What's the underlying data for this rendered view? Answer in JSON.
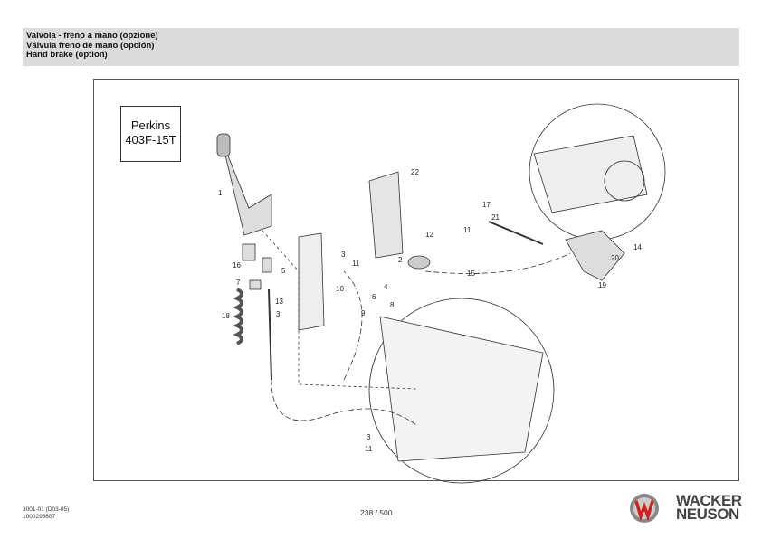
{
  "header": {
    "lines": [
      "Valvola - freno a mano (opzione)",
      "Válvula freno de mano (opción)",
      "Hand brake (option)"
    ]
  },
  "diagram": {
    "engine_label": [
      "Perkins",
      "403F-15T"
    ],
    "callouts": [
      "1",
      "22",
      "17",
      "21",
      "12",
      "11",
      "14",
      "20",
      "2",
      "15",
      "3",
      "11",
      "16",
      "5",
      "7",
      "4",
      "6",
      "8",
      "10",
      "9",
      "13",
      "3",
      "18",
      "19",
      "3",
      "11"
    ]
  },
  "footer": {
    "doc_code": "3001-01 (D03-05)",
    "part_number": "1000298607",
    "page": "238 / 500",
    "brand": [
      "WACKER",
      "NEUSON"
    ]
  }
}
